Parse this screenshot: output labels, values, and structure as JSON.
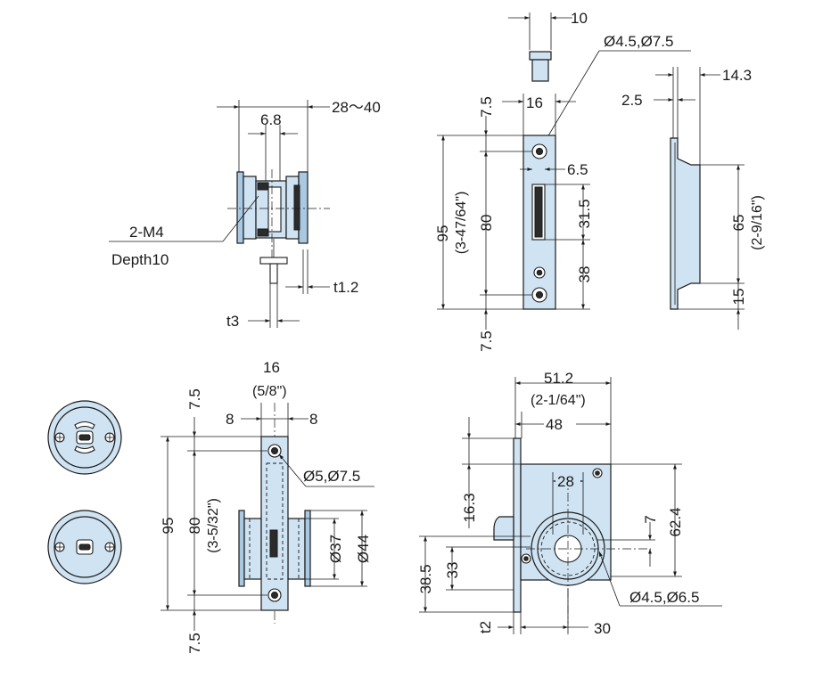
{
  "drawing": {
    "side_view": {
      "dim_range": "28～40",
      "dim_width": "6.8",
      "thread_callout": "2-M4",
      "thread_depth": "Depth10",
      "dim_plate": "t1.2",
      "dim_thickness": "t3"
    },
    "strike_front": {
      "dim_pin": "10",
      "dim_holes": "Ø4.5,Ø7.5",
      "dim_top_margin": "7.5",
      "dim_width": "16",
      "dim_slot_width": "6.5",
      "dim_height": "95",
      "dim_height_inch": "(3-47/64\")",
      "dim_pitch": "80",
      "dim_slot_height": "31.5",
      "dim_slot_bottom": "38",
      "dim_bottom_margin": "7.5"
    },
    "strike_side": {
      "dim_depth": "14.3",
      "dim_flange": "2.5",
      "dim_height": "65",
      "dim_height_inch": "(2-9/16\")",
      "dim_bottom": "15"
    },
    "faceplate": {
      "dim_width": "16",
      "dim_width_inch": "(5/8\")",
      "dim_top_margin": "7.5",
      "dim_half_left": "8",
      "dim_half_right": "8",
      "dim_height": "95",
      "dim_pitch": "80",
      "dim_pitch_inch": "(3-5/32\")",
      "dim_holes": "Ø5,Ø7.5",
      "dim_bottom_margin": "7.5",
      "dim_rose_inner": "Ø37",
      "dim_rose_outer": "Ø44"
    },
    "lock_body": {
      "dim_case_width": "51.2",
      "dim_case_width_inch": "(2-1/64\")",
      "dim_backset": "48",
      "dim_hub_pitch": "28",
      "dim_latch_height": "16.3",
      "dim_hub_offset": "7",
      "dim_case_height": "62.4",
      "dim_lower_a": "38.5",
      "dim_lower_b": "33",
      "dim_holes": "Ø4.5,Ø6.5",
      "dim_plate": "t2",
      "dim_center": "30"
    }
  }
}
